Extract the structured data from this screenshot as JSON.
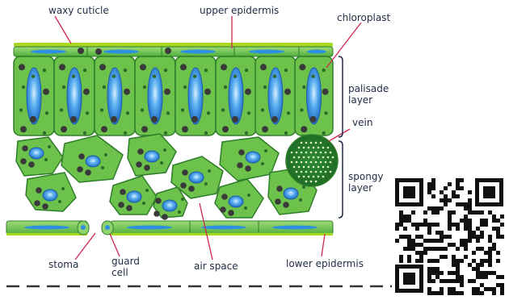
{
  "labels": {
    "waxy_cuticle": "waxy cuticle",
    "upper_epidermis": "upper epidermis",
    "chloroplast": "chloroplast",
    "palisade_layer": "palisade layer",
    "vein": "vein",
    "spongy_layer": "spongy layer",
    "stoma": "stoma",
    "guard_cell": "guard cell",
    "air_space": "air space",
    "lower_epidermis": "lower epidermis"
  },
  "colors": {
    "cell_fill": "#6cc24a",
    "cell_fill_light": "#8fd36d",
    "cell_stroke": "#2f7d2a",
    "cuticle": "#a6d81f",
    "nucleus": "#2f8fe0",
    "nucleus_light": "#9fd0ff",
    "chloroplast": "#3a3a3a",
    "pointer": "#d0264f",
    "label_text": "#1f2a44",
    "dashed_line": "#333333"
  },
  "icons": {
    "qr_code": "qr-code-icon"
  }
}
